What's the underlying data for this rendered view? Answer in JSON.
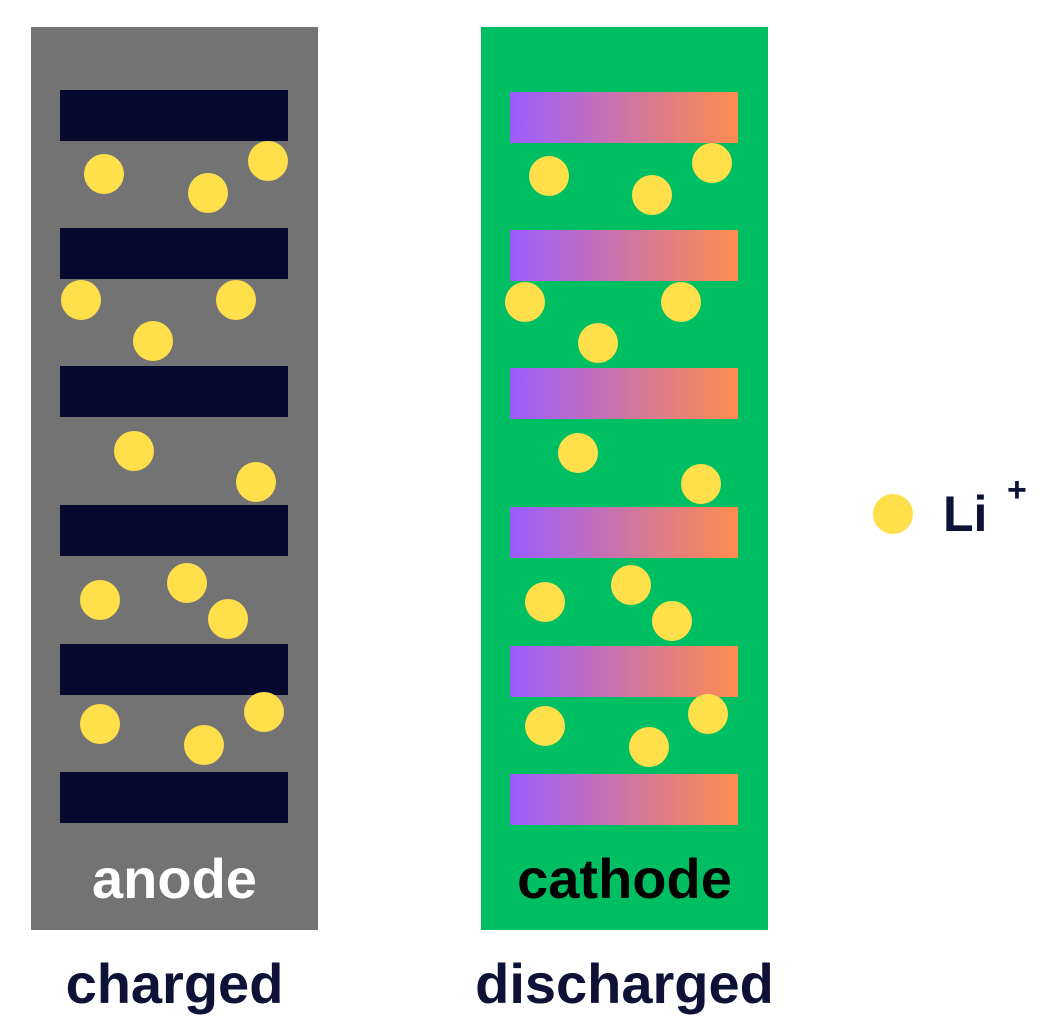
{
  "colors": {
    "anode_background": "#737373",
    "cathode_background": "#00bf63",
    "anode_layer": "#070a2e",
    "cathode_layer_gradient_start": "#9b5cff",
    "cathode_layer_gradient_end": "#ff8c4d",
    "ion": "#ffe04a",
    "anode_label": "#ffffff",
    "cathode_label": "#000000",
    "caption": "#0e1236"
  },
  "anode": {
    "label": "anode"
  },
  "cathode": {
    "label": "cathode"
  },
  "captions": {
    "left": "charged",
    "right": "discharged"
  },
  "legend": {
    "symbol": "Li",
    "charge": "+"
  }
}
